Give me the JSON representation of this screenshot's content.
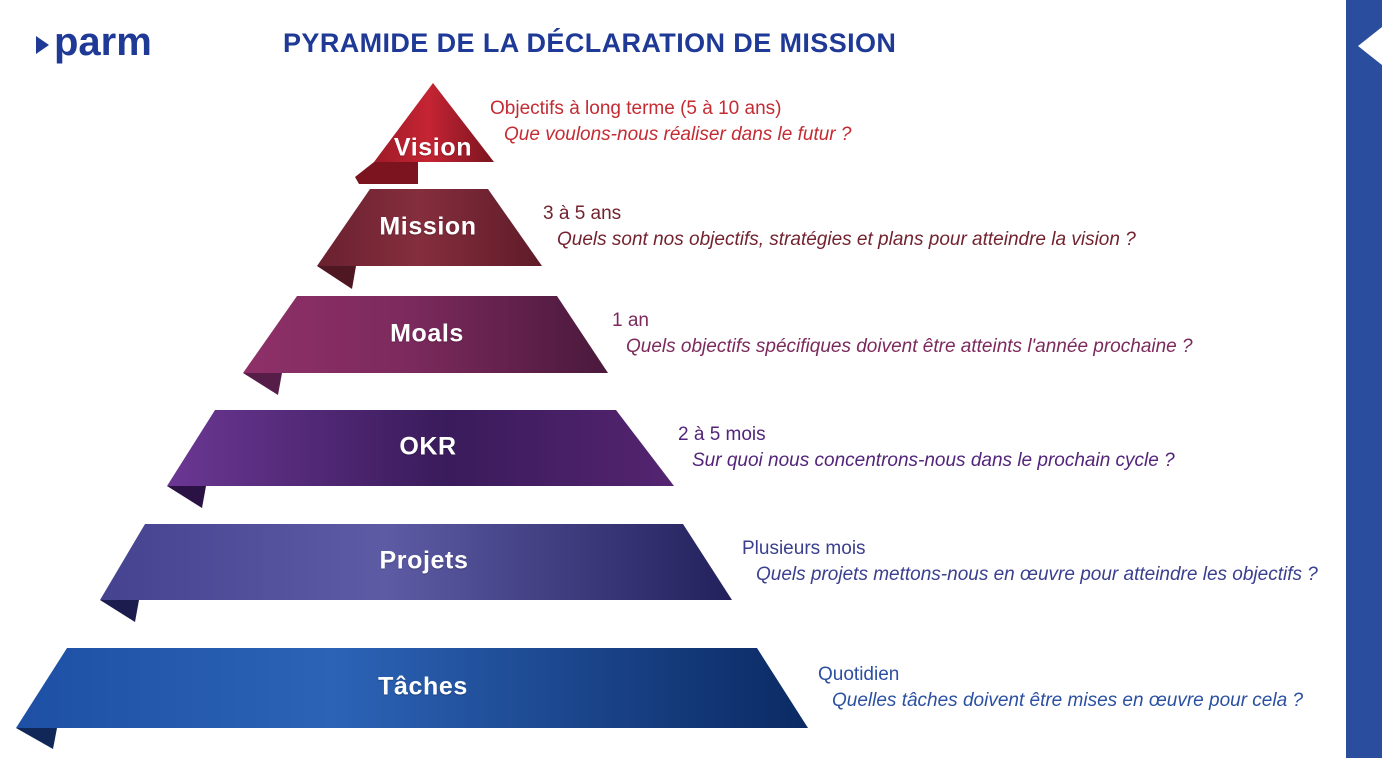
{
  "logo": {
    "icon": "play-triangle-icon",
    "text": "parm",
    "color": "#1f3a96"
  },
  "title": {
    "text": "PYRAMIDE DE LA DÉCLARATION DE MISSION",
    "color": "#1f3a96"
  },
  "accent_bar": {
    "color": "#2a4e9d",
    "notch": "white-left-arrow"
  },
  "pyramid": {
    "levels": [
      {
        "label": "Vision",
        "timeframe": "Objectifs à long terme (5 à 10 ans)",
        "question": "Que voulons-nous réaliser dans le futur ?",
        "text_color": "#c42b33",
        "colors": [
          "#9e1b28",
          "#c52433",
          "#7a141f"
        ],
        "flap_color": "#7c1420"
      },
      {
        "label": "Mission",
        "timeframe": "3 à 5 ans",
        "question": "Quels sont nos objectifs, stratégies et plans pour atteindre la vision ?",
        "text_color": "#72232f",
        "colors": [
          "#6a2030",
          "#852e3d",
          "#5f1b29"
        ],
        "flap_color": "#4f1722"
      },
      {
        "label": "Moals",
        "timeframe": "1 an",
        "question": "Quels objectifs spécifiques doivent être atteints l'année prochaine ?",
        "text_color": "#7c2a5c",
        "colors": [
          "#8f3069",
          "#7c2a5d",
          "#4a193c"
        ],
        "flap_color": "#571d49"
      },
      {
        "label": "OKR",
        "timeframe": "2 à 5 mois",
        "question": "Sur quoi nous concentrons-nous dans le prochain cycle ?",
        "text_color": "#53257a",
        "colors": [
          "#6b3793",
          "#3a1b5b",
          "#542470"
        ],
        "flap_color": "#2a1244"
      },
      {
        "label": "Projets",
        "timeframe": "Plusieurs mois",
        "question": "Quels projets mettons-nous en œuvre pour atteindre les objectifs ?",
        "text_color": "#3a3f8e",
        "colors": [
          "#454390",
          "#5d5ba4",
          "#23215c"
        ],
        "flap_color": "#1d1c4e"
      },
      {
        "label": "Tâches",
        "timeframe": "Quotidien",
        "question": "Quelles tâches doivent être mises en œuvre pour cela ?",
        "text_color": "#2b50a2",
        "colors": [
          "#1d50a5",
          "#2c63b7",
          "#0b2a63"
        ],
        "flap_color": "#102757"
      }
    ]
  }
}
